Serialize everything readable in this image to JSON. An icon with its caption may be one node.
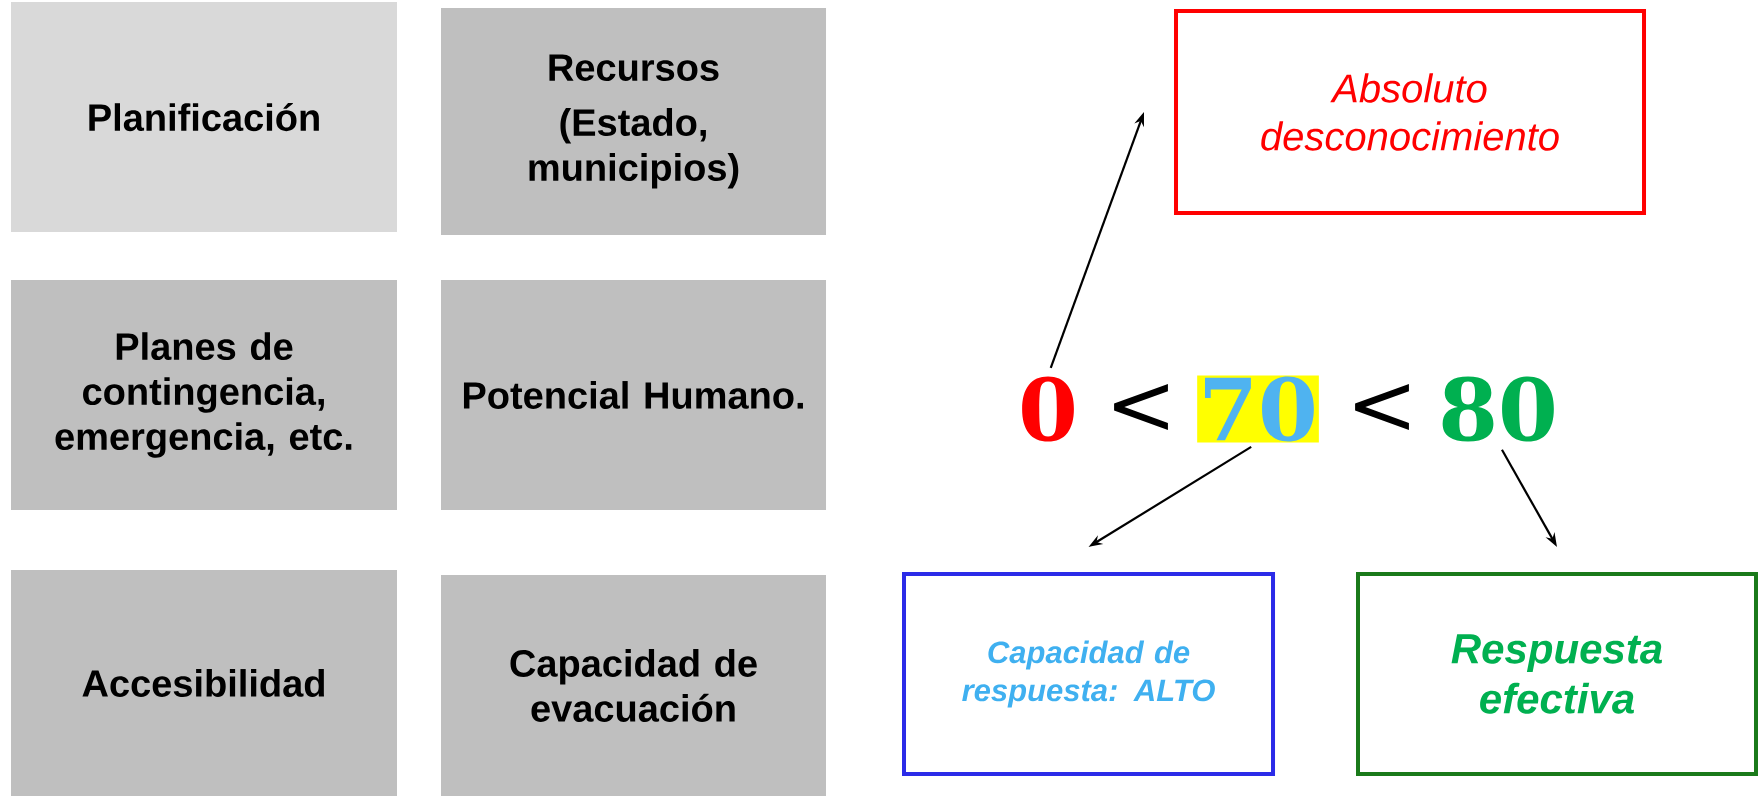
{
  "diagram": {
    "nodes": [
      {
        "text": [
          "Planificación"
        ]
      },
      {
        "text": [
          "Recursos",
          "(Estado, municipios)"
        ]
      },
      {
        "text": [
          "Absoluto desconocimiento"
        ]
      },
      {
        "text": [
          "Planes de contingencia, emergencia, etc."
        ]
      },
      {
        "text": [
          "Potencial Humano."
        ]
      },
      {
        "text": [
          "0"
        ]
      },
      {
        "text": [
          "70"
        ]
      },
      {
        "text": [
          "80"
        ]
      },
      {
        "text": [
          "Accesibilidad"
        ]
      },
      {
        "text": [
          "Capacidad de evacuación"
        ]
      },
      {
        "text": [
          "Capacidad de respuesta: ALTO"
        ]
      },
      {
        "text": [
          "Respuesta efectiva"
        ]
      }
    ],
    "edges": [
      {
        "from": 5,
        "to": 2,
        "arrow": "to"
      },
      {
        "from": 6,
        "to": 10,
        "arrow": "to"
      },
      {
        "from": 7,
        "to": 11,
        "arrow": "to"
      }
    ],
    "labels": [
      "<",
      "<"
    ]
  }
}
